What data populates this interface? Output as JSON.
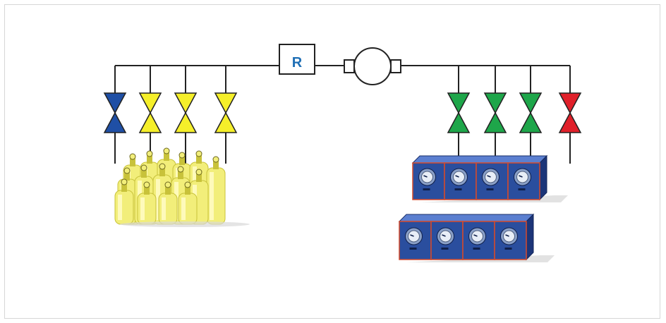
{
  "regulator": {
    "label": "R"
  },
  "colors": {
    "line": "#222222",
    "valve_outline": "#222222",
    "regulator_text": "#1f6fb5",
    "cylinder_body": "#f2ee7a",
    "cylinder_dark": "#c8c23a",
    "cylinder_light": "#fffbc2",
    "box_blue": "#2a4e9e",
    "box_side": "#1c3578",
    "box_top": "#5b7fd0",
    "box_edge": "#d64a2a",
    "dial_face": "#e8eef7",
    "dial_ring": "#8aa0c8"
  },
  "left_valves": [
    {
      "name": "valve-blue",
      "color": "#1f4fa5"
    },
    {
      "name": "valve-yellow-1",
      "color": "#f5ef2a"
    },
    {
      "name": "valve-yellow-2",
      "color": "#f5ef2a"
    },
    {
      "name": "valve-yellow-3",
      "color": "#f5ef2a"
    }
  ],
  "right_valves": [
    {
      "name": "valve-green-1",
      "color": "#1ea64a"
    },
    {
      "name": "valve-green-2",
      "color": "#1ea64a"
    },
    {
      "name": "valve-green-3",
      "color": "#1ea64a"
    },
    {
      "name": "valve-red",
      "color": "#e0202a"
    }
  ],
  "icons": {
    "cylinders": "gas-cylinder-cluster-icon",
    "meters": "gas-meter-box-icon",
    "pump": "pump-icon"
  }
}
